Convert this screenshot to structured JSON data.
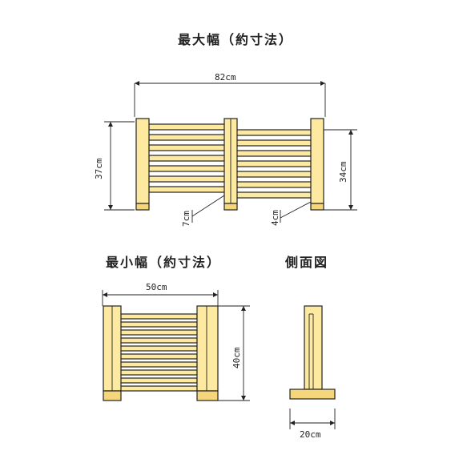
{
  "titles": {
    "max_width": "最大幅（約寸法）",
    "min_width": "最小幅（約寸法）",
    "side_view": "側面図"
  },
  "dimensions": {
    "max_total_width": "82cm",
    "max_left_height": "37cm",
    "max_right_height": "34cm",
    "max_left_gap": "7cm",
    "max_right_gap": "4cm",
    "min_total_width": "50cm",
    "min_height": "40cm",
    "side_depth": "20cm"
  },
  "colors": {
    "wood": "#fde9a0",
    "outline": "#222222"
  }
}
